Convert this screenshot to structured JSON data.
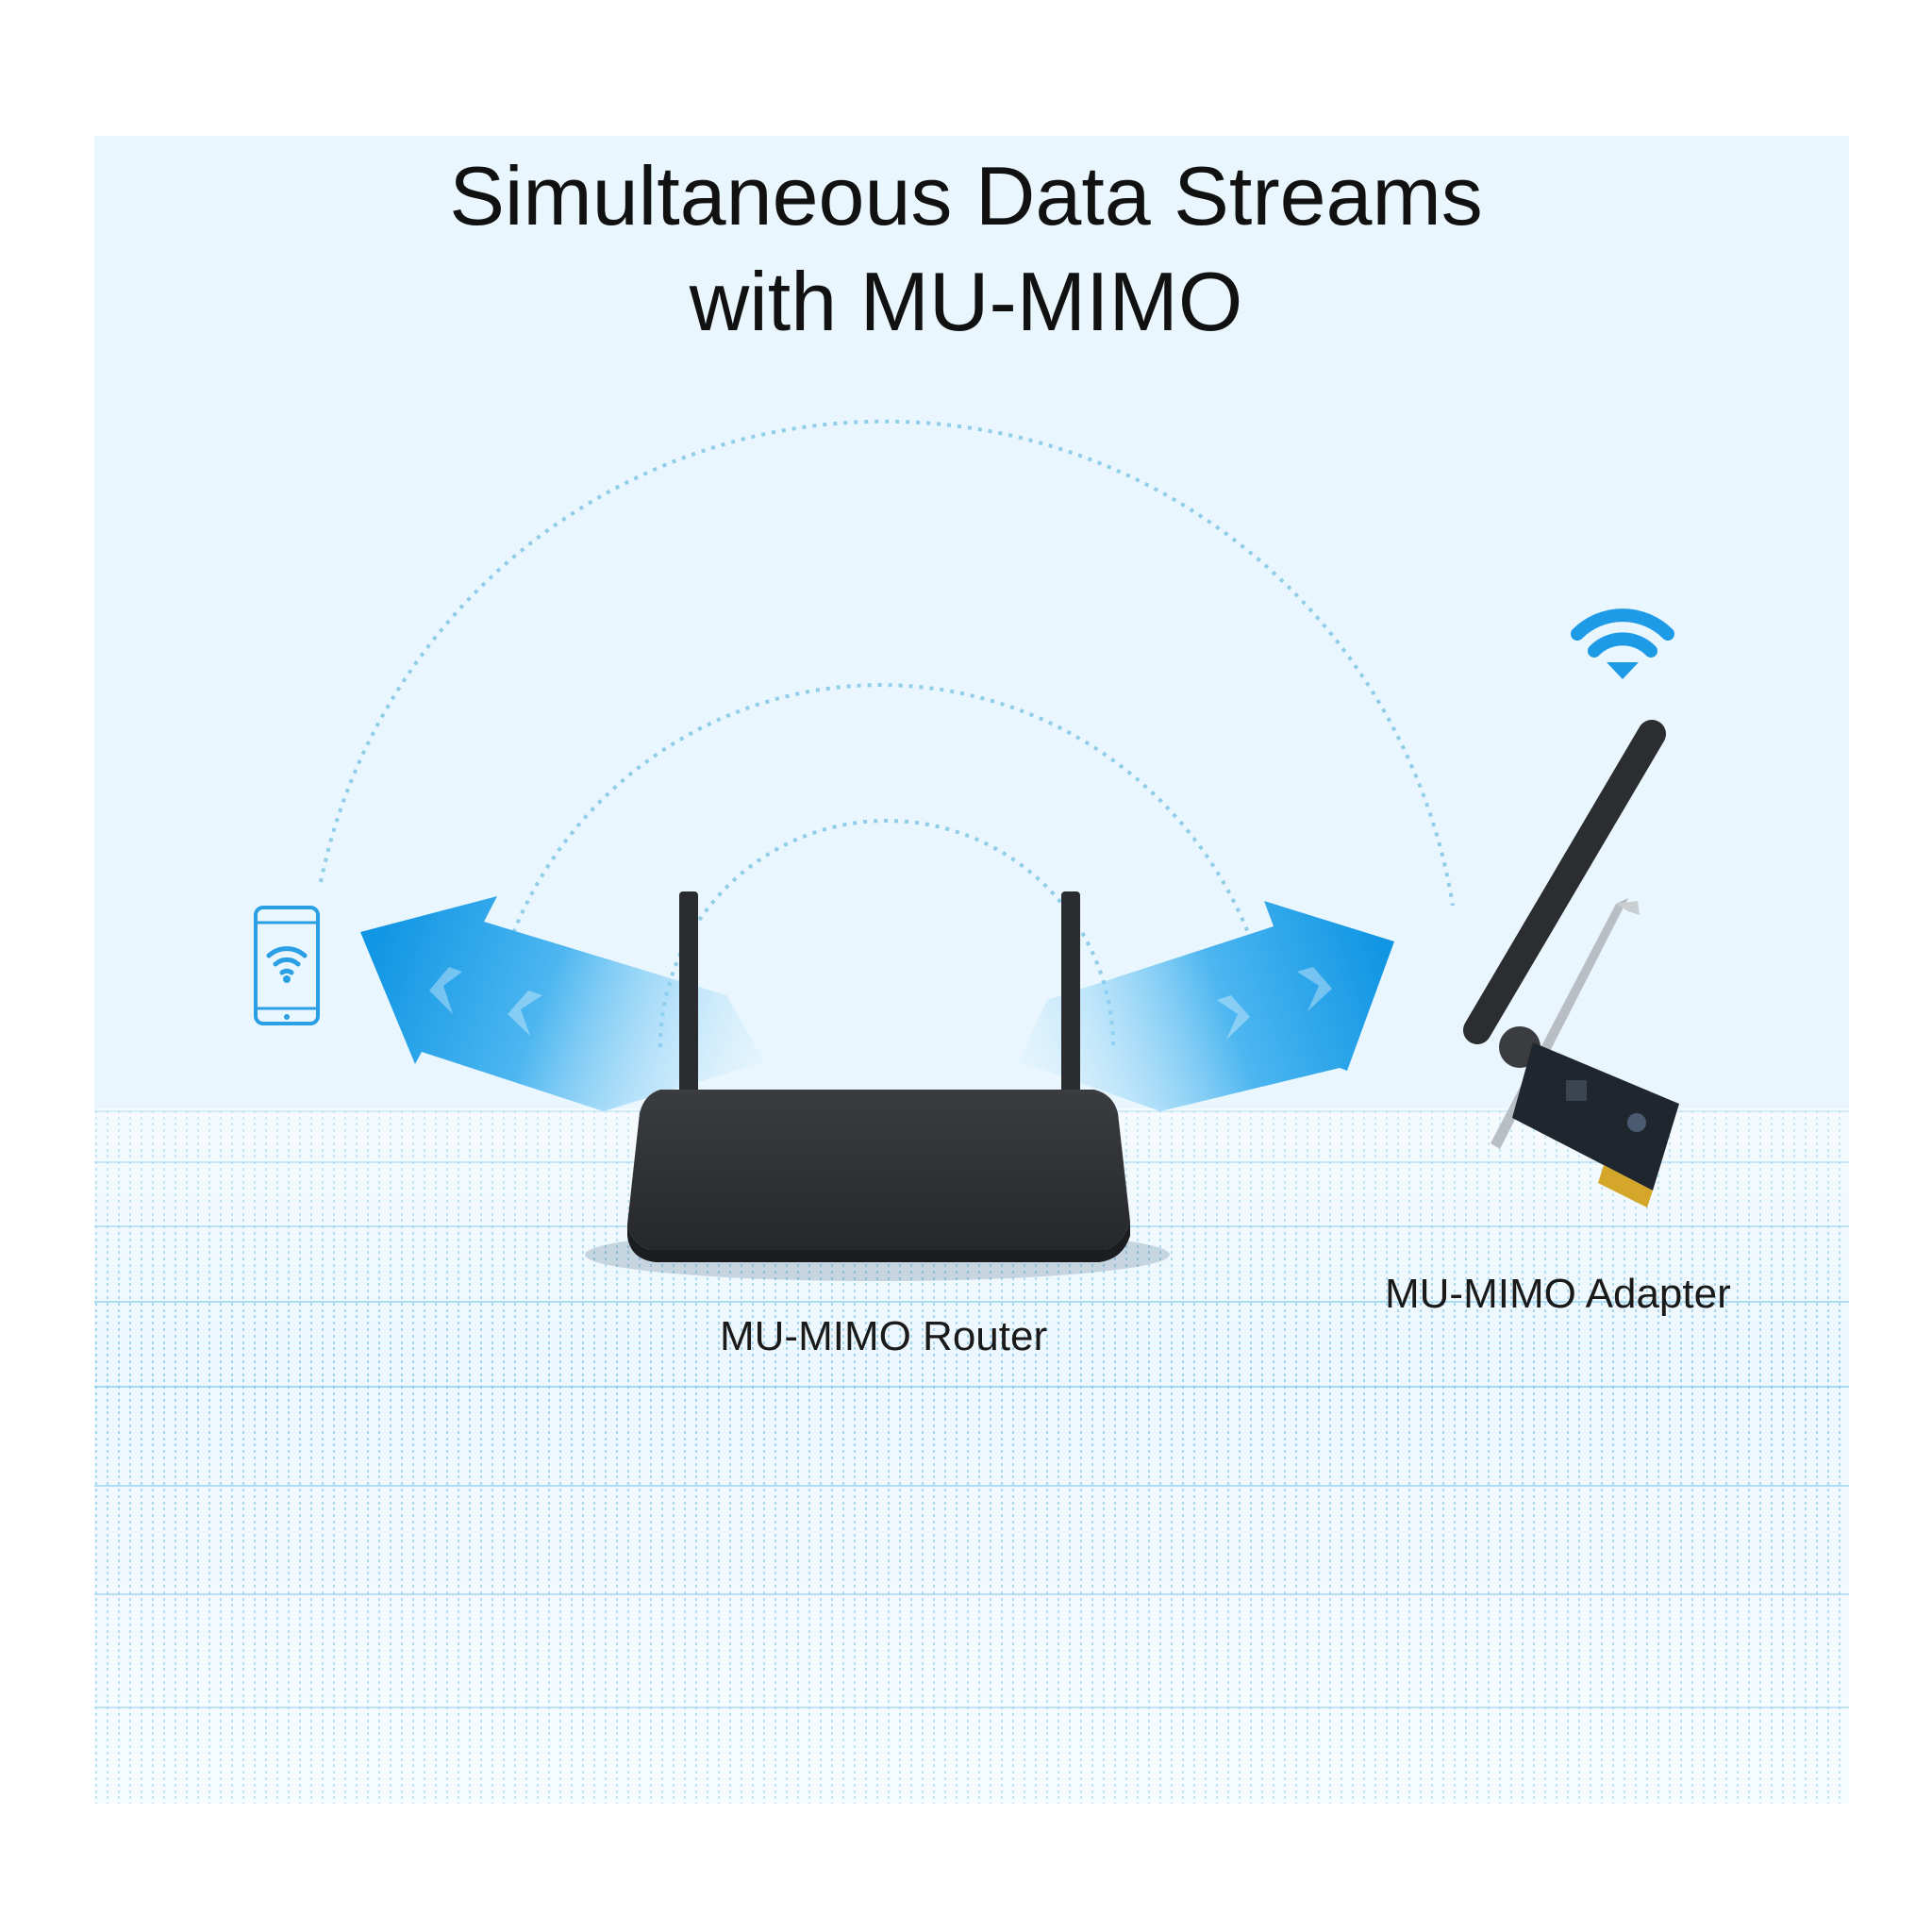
{
  "title": {
    "line1": "Simultaneous Data Streams",
    "line2": "with MU-MIMO"
  },
  "labels": {
    "router": "MU-MIMO Router",
    "adapter": "MU-MIMO Adapter"
  },
  "icons": {
    "phone": "smartphone-icon",
    "wifi": "wifi-icon",
    "router": "router-device",
    "adapter": "pcie-wifi-adapter"
  },
  "colors": {
    "accent_blue": "#1aa0e8",
    "wifi_blue": "#1e9be6",
    "device_dark": "#2b2d30",
    "background": "#eaf6fd"
  }
}
